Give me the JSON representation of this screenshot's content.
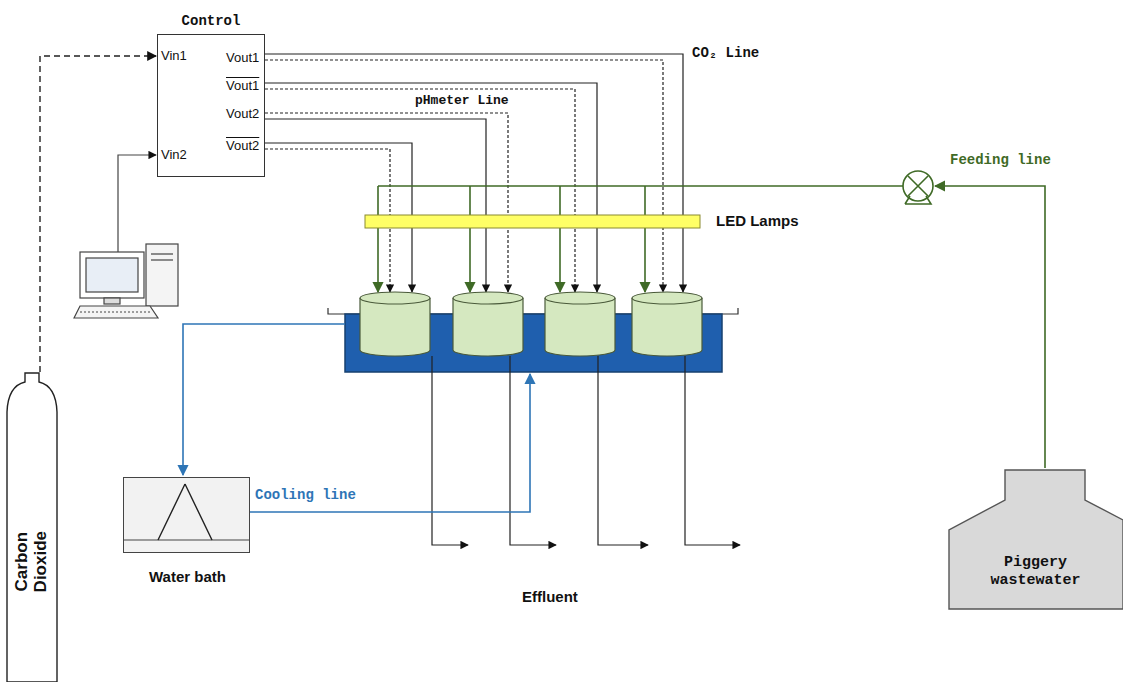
{
  "diagram": {
    "nodes": [
      {
        "text": [
          "Control"
        ]
      },
      {
        "text": [
          "Carbon Dioxide"
        ]
      },
      {
        "text": [
          "Water bath"
        ]
      },
      {
        "text": [
          "Piggery wastewater"
        ]
      }
    ],
    "edges": [
      {
        "from": 1,
        "to": 0,
        "arrow": "to"
      }
    ],
    "labels": [
      "Vin1",
      "Vout1",
      "Vout1",
      "Vin2",
      "Vout2",
      "Vout2",
      "CO₂ Line",
      "pHmeter Line",
      "LED Lamps",
      "Feeding line",
      "Cooling line",
      "Effluent"
    ]
  }
}
